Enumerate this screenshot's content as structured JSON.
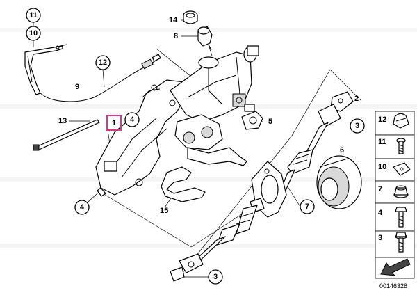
{
  "diagram": {
    "callouts": {
      "c11": "11",
      "c10": "10",
      "c12": "12",
      "c9": "9",
      "c14": "14",
      "c8": "8",
      "c13": "13",
      "c1": "1",
      "c4a": "4",
      "c4b": "4",
      "c2": "2",
      "c3a": "3",
      "c5": "5",
      "c6": "6",
      "c7": "7",
      "c15": "15",
      "c3b": "3"
    },
    "sidebar": [
      {
        "label": "12",
        "icon": "cable-clip-icon"
      },
      {
        "label": "11",
        "icon": "screw-icon"
      },
      {
        "label": "10",
        "icon": "clip-nut-icon"
      },
      {
        "label": "7",
        "icon": "collar-nut-icon"
      },
      {
        "label": "4",
        "icon": "hex-bolt-icon"
      },
      {
        "label": "3",
        "icon": "flange-bolt-icon"
      }
    ],
    "diagram_code": "00146328",
    "highlight_color": "#e0338a"
  }
}
